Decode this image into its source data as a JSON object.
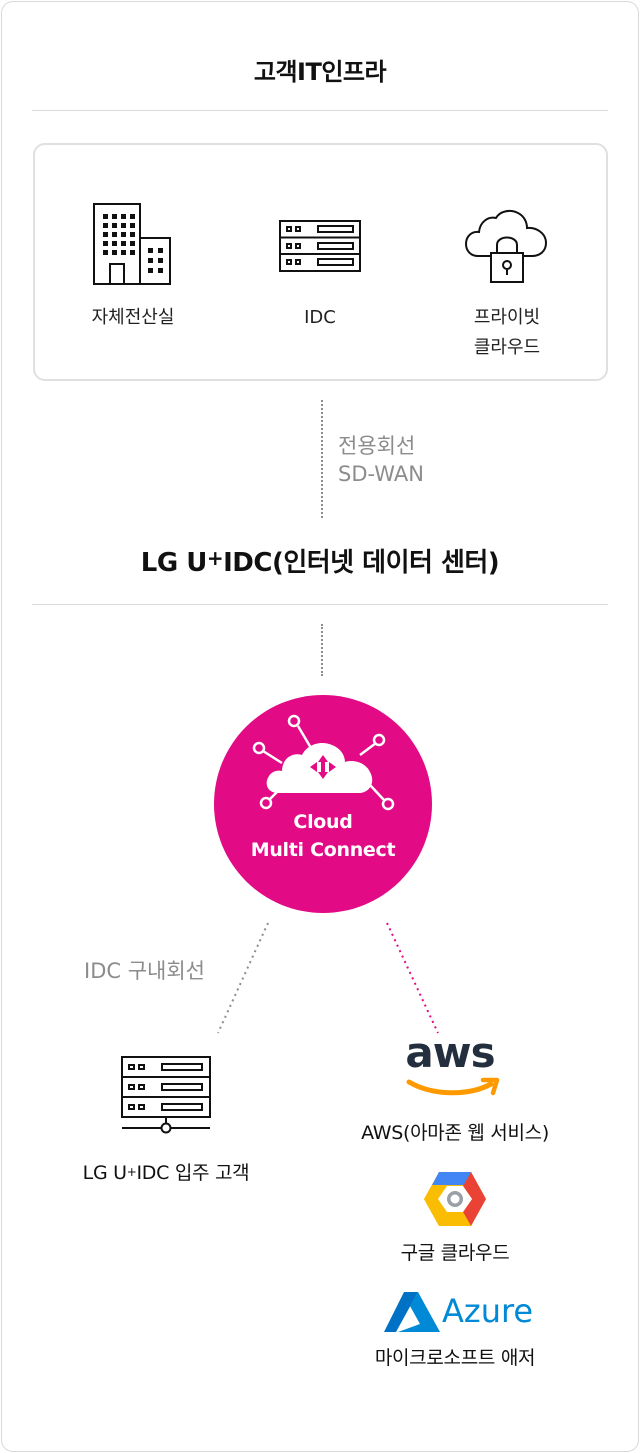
{
  "title": "고객IT인프라",
  "infra": {
    "items": [
      {
        "label": "자체전산실",
        "icon": "building-icon"
      },
      {
        "label": "IDC",
        "icon": "server-rack-icon"
      },
      {
        "label_line1": "프라이빗",
        "label_line2": "클라우드",
        "icon": "cloud-lock-icon"
      }
    ]
  },
  "link": {
    "line1": "전용회선",
    "line2": "SD-WAN"
  },
  "idc_title": {
    "prefix": "LG U",
    "sup": "+",
    "suffix": "IDC(인터넷 데이터 센터)"
  },
  "cmc": {
    "line1": "Cloud",
    "line2": "Multi Connect",
    "icon": "cloud-network-icon"
  },
  "idc_internal_label": "IDC 구내회선",
  "tenant": {
    "prefix": "LG U",
    "sup": "+",
    "suffix": "IDC 입주 고객",
    "icon": "server-rack-icon"
  },
  "providers": [
    {
      "logo_text": "aws",
      "label": "AWS(아마존 웹 서비스)",
      "icon": "aws-logo"
    },
    {
      "label": "구글 클라우드",
      "icon": "google-cloud-logo"
    },
    {
      "logo_text": "Azure",
      "label": "마이크로소프트 애저",
      "icon": "azure-logo"
    }
  ],
  "colors": {
    "magenta": "#e30a85",
    "dotted_gray": "#8c8c8c",
    "aws_orange": "#ff9900",
    "azure_blue": "#0089d6"
  }
}
